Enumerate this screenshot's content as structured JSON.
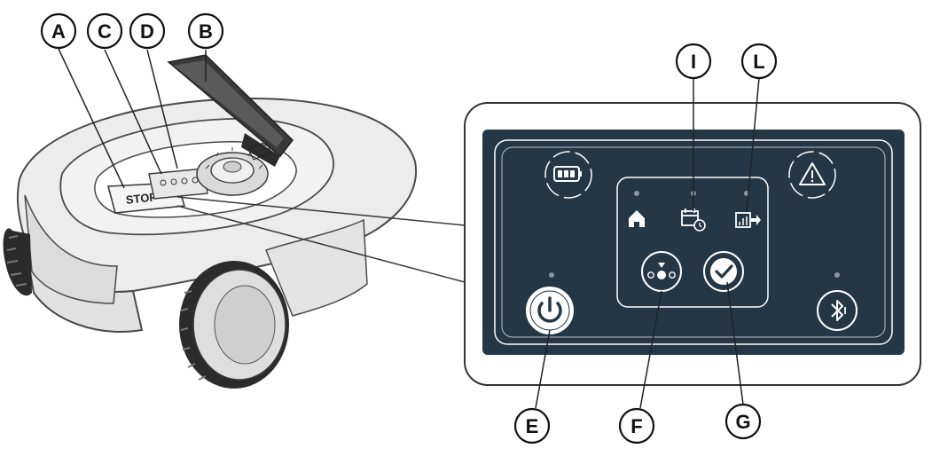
{
  "callouts": {
    "a": "A",
    "b": "B",
    "c": "C",
    "d": "D",
    "e": "E",
    "f": "F",
    "g": "G",
    "i": "I",
    "l": "L"
  },
  "mower": {
    "stop_label": "STOP"
  },
  "colors": {
    "panel_bg": "#243747",
    "panel_line": "#ffffff",
    "mower_body": "#ececec",
    "mower_outline": "#4a4a4a",
    "wheel": "#2b2b2b"
  },
  "icons": {
    "battery": "battery-icon",
    "warning": "warning-icon",
    "home": "home-icon",
    "schedule": "calendar-clock-icon",
    "map": "map-export-icon",
    "power": "power-icon",
    "joystick": "joystick-icon",
    "confirm": "check-icon",
    "bluetooth": "bluetooth-icon"
  }
}
